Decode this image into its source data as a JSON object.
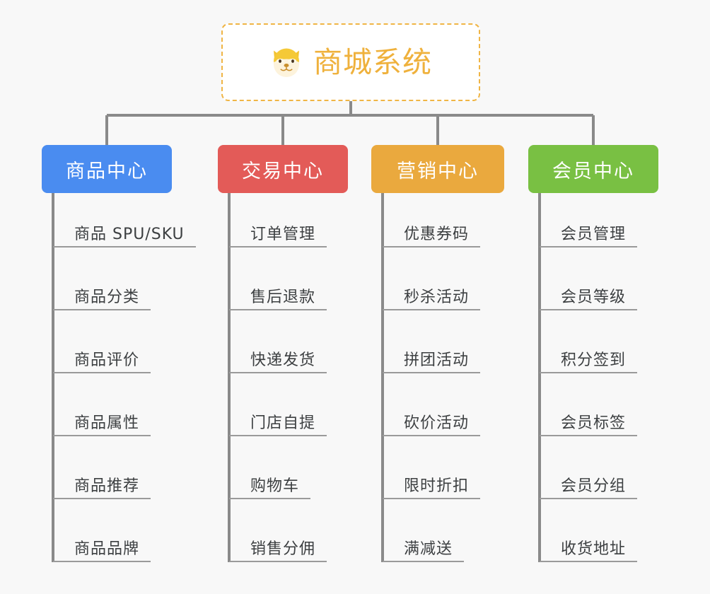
{
  "root": {
    "title": "商城系统",
    "icon": "dog-face-icon",
    "border_color": "#f0b545",
    "text_color": "#efb13c"
  },
  "canvas": {
    "background": "#f8f8f8",
    "connector_color": "#8a8a8a",
    "leaf_rule_color": "#9a9a9a",
    "leaf_text_color": "#3c3f41"
  },
  "columns": [
    {
      "header": "商品中心",
      "color": "#4a8cf0",
      "items": [
        "商品 SPU/SKU",
        "商品分类",
        "商品评价",
        "商品属性",
        "商品推荐",
        "商品品牌"
      ]
    },
    {
      "header": "交易中心",
      "color": "#e35b58",
      "items": [
        "订单管理",
        "售后退款",
        "快递发货",
        "门店自提",
        "购物车",
        "销售分佣"
      ]
    },
    {
      "header": "营销中心",
      "color": "#eaa93e",
      "items": [
        "优惠券码",
        "秒杀活动",
        "拼团活动",
        "砍价活动",
        "限时折扣",
        "满减送"
      ]
    },
    {
      "header": "会员中心",
      "color": "#79c043",
      "items": [
        "会员管理",
        "会员等级",
        "积分签到",
        "会员标签",
        "会员分组",
        "收货地址"
      ]
    }
  ]
}
